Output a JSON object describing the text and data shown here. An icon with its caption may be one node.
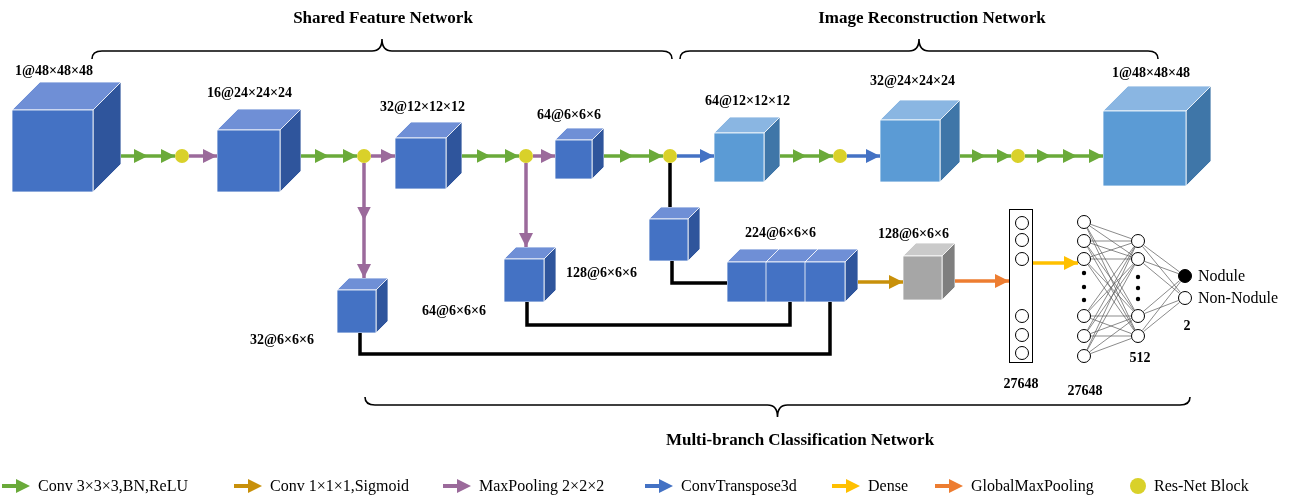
{
  "diagram": {
    "nodes": [
      {
        "text": [
          "1@48×48×48"
        ]
      },
      {
        "text": [],
        "shape": "circle"
      },
      {
        "text": [
          "16@24×24×24"
        ]
      },
      {
        "text": [],
        "shape": "circle"
      },
      {
        "text": [
          "32@12×12×12"
        ]
      },
      {
        "text": [],
        "shape": "circle"
      },
      {
        "text": [
          "64@6×6×6"
        ]
      },
      {
        "text": [],
        "shape": "circle"
      },
      {
        "text": [
          "64@12×12×12"
        ]
      },
      {
        "text": [],
        "shape": "circle"
      },
      {
        "text": [
          "32@24×24×24"
        ]
      },
      {
        "text": [],
        "shape": "circle"
      },
      {
        "text": [
          "1@48×48×48"
        ]
      },
      {
        "text": [
          "32@6×6×6"
        ]
      },
      {
        "text": [
          "64@6×6×6"
        ]
      },
      {
        "text": [
          "128@6×6×6"
        ]
      },
      {
        "text": [
          "224@6×6×6"
        ]
      },
      {
        "text": [],
        "shape": "box",
        "in": 16
      },
      {
        "text": [],
        "shape": "box",
        "in": 16
      },
      {
        "text": [],
        "shape": "box",
        "in": 16
      },
      {
        "text": [
          "128@6×6×6"
        ]
      },
      {
        "text": [],
        "shape": "box"
      },
      {
        "text": [],
        "shape": "circle",
        "in": 21
      },
      {
        "text": [],
        "shape": "circle",
        "in": 21
      },
      {
        "text": [],
        "shape": "circle",
        "in": 21
      },
      {
        "text": [],
        "shape": "circle",
        "in": 21
      },
      {
        "text": [],
        "shape": "circle",
        "in": 21
      },
      {
        "text": [],
        "shape": "circle",
        "in": 21
      },
      {
        "text": [],
        "shape": "circle"
      },
      {
        "text": [],
        "shape": "circle"
      },
      {
        "text": [],
        "shape": "circle"
      },
      {
        "text": [],
        "shape": "circle"
      },
      {
        "text": [],
        "shape": "circle"
      },
      {
        "text": [],
        "shape": "circle"
      },
      {
        "text": [],
        "shape": "circle"
      },
      {
        "text": [],
        "shape": "circle"
      },
      {
        "text": [],
        "shape": "circle"
      },
      {
        "text": [],
        "shape": "circle"
      },
      {
        "text": [],
        "shape": "circle",
        "beside": [
          "Nodule"
        ]
      },
      {
        "text": [],
        "shape": "circle",
        "beside": [
          "Non-Nodule"
        ]
      }
    ],
    "edges": [
      {
        "from": 0,
        "to": 1,
        "arrow": "to",
        "style": "thick",
        "color": "#6aaa3a"
      },
      {
        "from": 1,
        "to": 2,
        "arrow": "to",
        "style": "thick",
        "color": "#9b6a9b"
      },
      {
        "from": 2,
        "to": 3,
        "arrow": "to",
        "style": "thick",
        "color": "#6aaa3a"
      },
      {
        "from": 3,
        "to": 4,
        "arrow": "to",
        "style": "thick",
        "color": "#9b6a9b"
      },
      {
        "from": 3,
        "to": 13,
        "arrow": "to",
        "style": "thick",
        "color": "#9b6a9b"
      },
      {
        "from": 4,
        "to": 5,
        "arrow": "to",
        "style": "thick",
        "color": "#6aaa3a"
      },
      {
        "from": 5,
        "to": 6,
        "arrow": "to",
        "style": "thick",
        "color": "#9b6a9b"
      },
      {
        "from": 5,
        "to": 14,
        "arrow": "to",
        "style": "thick",
        "color": "#9b6a9b"
      },
      {
        "from": 6,
        "to": 7,
        "arrow": "to",
        "style": "thick",
        "color": "#6aaa3a"
      },
      {
        "from": 7,
        "to": 8,
        "arrow": "to",
        "style": "thick",
        "color": "#4472c4"
      },
      {
        "from": 7,
        "to": 15,
        "arrow": "none",
        "style": "thick",
        "color": "#000000"
      },
      {
        "from": 8,
        "to": 9,
        "arrow": "to",
        "style": "thick",
        "color": "#6aaa3a"
      },
      {
        "from": 9,
        "to": 10,
        "arrow": "to",
        "style": "thick",
        "color": "#4472c4"
      },
      {
        "from": 10,
        "to": 11,
        "arrow": "to",
        "style": "thick",
        "color": "#6aaa3a"
      },
      {
        "from": 11,
        "to": 12,
        "arrow": "to",
        "style": "thick",
        "color": "#6aaa3a"
      },
      {
        "from": 15,
        "to": 17,
        "arrow": "none",
        "style": "thick",
        "color": "#000000"
      },
      {
        "from": 14,
        "to": 18,
        "arrow": "none",
        "style": "thick",
        "color": "#000000"
      },
      {
        "from": 13,
        "to": 19,
        "arrow": "none",
        "style": "thick",
        "color": "#000000"
      },
      {
        "from": 16,
        "to": 20,
        "arrow": "to",
        "style": "thick",
        "color": "#c8900a"
      },
      {
        "from": 20,
        "to": 21,
        "arrow": "to",
        "style": "thick",
        "color": "#ed7d31"
      },
      {
        "from": 21,
        "to": 30,
        "arrow": "to",
        "style": "thick",
        "color": "#ffc000"
      },
      {
        "from": 28,
        "to": 34,
        "arrow": "none"
      },
      {
        "from": 28,
        "to": 35,
        "arrow": "none"
      },
      {
        "from": 28,
        "to": 36,
        "arrow": "none"
      },
      {
        "from": 28,
        "to": 37,
        "arrow": "none"
      },
      {
        "from": 29,
        "to": 34,
        "arrow": "none"
      },
      {
        "from": 29,
        "to": 35,
        "arrow": "none"
      },
      {
        "from": 29,
        "to": 36,
        "arrow": "none"
      },
      {
        "from": 29,
        "to": 37,
        "arrow": "none"
      },
      {
        "from": 30,
        "to": 34,
        "arrow": "none"
      },
      {
        "from": 30,
        "to": 35,
        "arrow": "none"
      },
      {
        "from": 30,
        "to": 36,
        "arrow": "none"
      },
      {
        "from": 30,
        "to": 37,
        "arrow": "none"
      },
      {
        "from": 31,
        "to": 34,
        "arrow": "none"
      },
      {
        "from": 31,
        "to": 35,
        "arrow": "none"
      },
      {
        "from": 31,
        "to": 36,
        "arrow": "none"
      },
      {
        "from": 31,
        "to": 37,
        "arrow": "none"
      },
      {
        "from": 32,
        "to": 34,
        "arrow": "none"
      },
      {
        "from": 32,
        "to": 35,
        "arrow": "none"
      },
      {
        "from": 32,
        "to": 36,
        "arrow": "none"
      },
      {
        "from": 32,
        "to": 37,
        "arrow": "none"
      },
      {
        "from": 33,
        "to": 34,
        "arrow": "none"
      },
      {
        "from": 33,
        "to": 35,
        "arrow": "none"
      },
      {
        "from": 33,
        "to": 36,
        "arrow": "none"
      },
      {
        "from": 33,
        "to": 37,
        "arrow": "none"
      },
      {
        "from": 34,
        "to": 38,
        "arrow": "none"
      },
      {
        "from": 34,
        "to": 39,
        "arrow": "none"
      },
      {
        "from": 35,
        "to": 38,
        "arrow": "none"
      },
      {
        "from": 35,
        "to": 39,
        "arrow": "none"
      },
      {
        "from": 36,
        "to": 38,
        "arrow": "none"
      },
      {
        "from": 36,
        "to": 39,
        "arrow": "none"
      },
      {
        "from": 37,
        "to": 38,
        "arrow": "none"
      },
      {
        "from": 37,
        "to": 39,
        "arrow": "none"
      }
    ],
    "labels": [
      "Shared Feature Network",
      "Image Reconstruction Network",
      "27648",
      "27648",
      "512",
      "2",
      "Multi-branch Classification Network"
    ],
    "legend": [
      {
        "text": "Conv 3×3×3,BN,ReLU",
        "color": "#6aaa3a"
      },
      {
        "text": "Conv 1×1×1,Sigmoid",
        "color": "#c8900a"
      },
      {
        "text": "MaxPooling 2×2×2",
        "color": "#9b6a9b"
      },
      {
        "text": "ConvTranspose3d",
        "color": "#4472c4"
      },
      {
        "text": "Dense",
        "color": "#ffc000"
      },
      {
        "text": "GlobalMaxPooling",
        "color": "#ed7d31"
      },
      {
        "text": "Res-Net Block",
        "color": "#d9d12a"
      }
    ]
  }
}
